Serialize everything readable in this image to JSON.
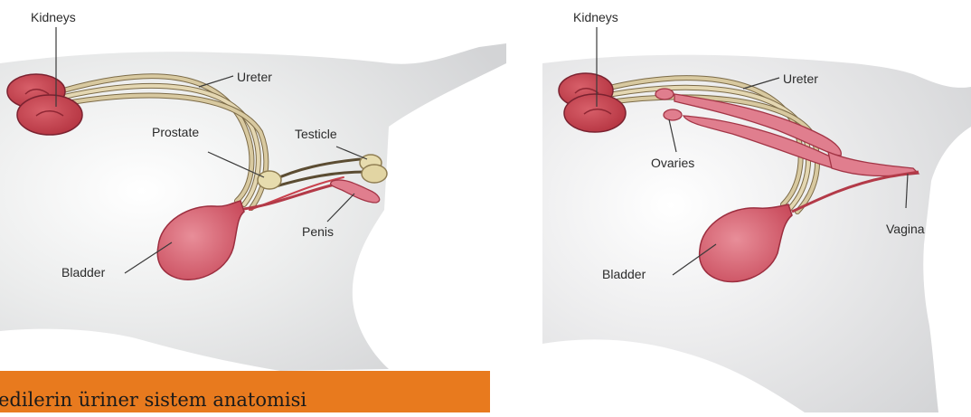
{
  "colors": {
    "body_silhouette": "#d7d8da",
    "organ_red": "#c9424e",
    "organ_pink": "#e07e8e",
    "ureter_tan": "#d8c9a0",
    "gland_cream": "#e7dcae",
    "caption_bg": "#e87a1e"
  },
  "male_diagram": {
    "labels": {
      "kidneys": "Kidneys",
      "ureter": "Ureter",
      "prostate": "Prostate",
      "testicle": "Testicle",
      "penis": "Penis",
      "bladder": "Bladder"
    }
  },
  "female_diagram": {
    "labels": {
      "kidneys": "Kidneys",
      "ureter": "Ureter",
      "ovaries": "Ovaries",
      "vagina": "Vagina",
      "bladder": "Bladder"
    }
  },
  "caption": {
    "text": "edilerin üriner sistem anatomisi"
  }
}
